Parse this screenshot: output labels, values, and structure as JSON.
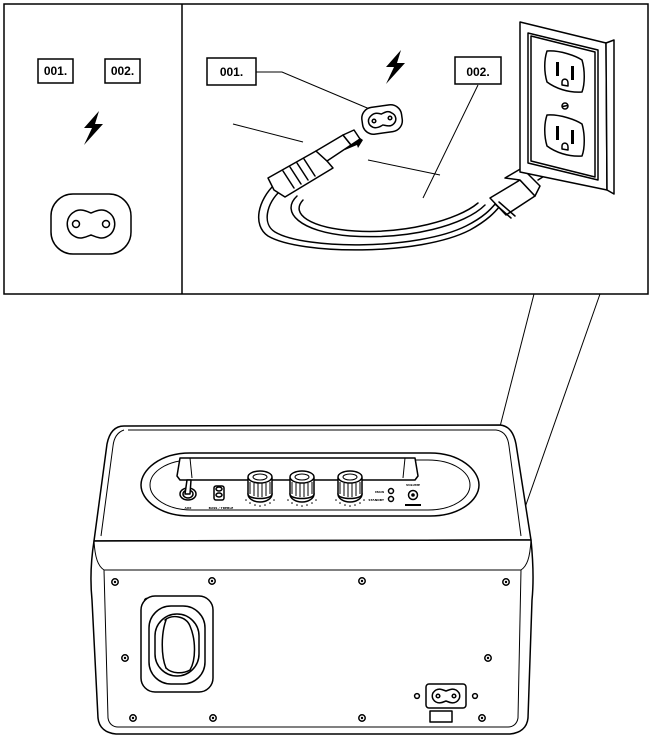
{
  "left_panel": {
    "label_1": "001.",
    "label_2": "002."
  },
  "right_panel": {
    "label_1": "001.",
    "label_2": "002."
  },
  "speaker": {
    "left_jack_label": "AUX",
    "right_jack_label": "BASS / TREBLE",
    "led_labels": [
      "MAIN",
      "STANDBY"
    ],
    "top_right_label": "VOLUME"
  }
}
